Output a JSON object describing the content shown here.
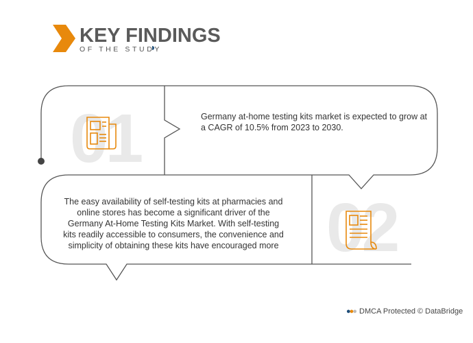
{
  "header": {
    "title": "KEY FINDINGS",
    "subtitle": "OF THE STUDY"
  },
  "findings": [
    {
      "number": "01",
      "text": "Germany at-home testing kits market is expected to grow at a CAGR of 10.5% from 2023 to 2030.",
      "icon": "newspaper-icon"
    },
    {
      "number": "02",
      "text": "The easy availability of self-testing kits at pharmacies and online stores has become a significant driver of the Germany At-Home Testing Kits Market. With self-testing kits readily accessible to consumers, the convenience and simplicity of obtaining these kits have encouraged more",
      "icon": "newspaper-icon"
    }
  ],
  "footer": {
    "text": "DMCA Protected © DataBridge"
  },
  "colors": {
    "accent": "#e8890c",
    "text": "#5a5a5a",
    "line": "#555555"
  }
}
